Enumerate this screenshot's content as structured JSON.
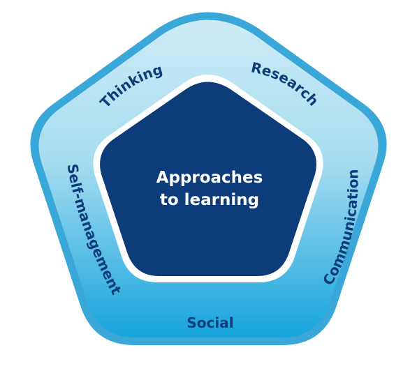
{
  "diagram": {
    "center": {
      "line1": "Approaches",
      "line2": "to learning"
    },
    "segments": {
      "thinking": "Thinking",
      "research": "Research",
      "communication": "Communication",
      "social": "Social",
      "self_management": "Self-management"
    },
    "colors": {
      "outer_border": "#3aa7d9",
      "outer_fill_top": "#cdebf6",
      "outer_fill_bottom": "#15a4dc",
      "inner_ring": "#ffffff",
      "inner_fill": "#0d3c7a",
      "segment_text": "#0d3c7a",
      "center_text": "#ffffff"
    }
  }
}
